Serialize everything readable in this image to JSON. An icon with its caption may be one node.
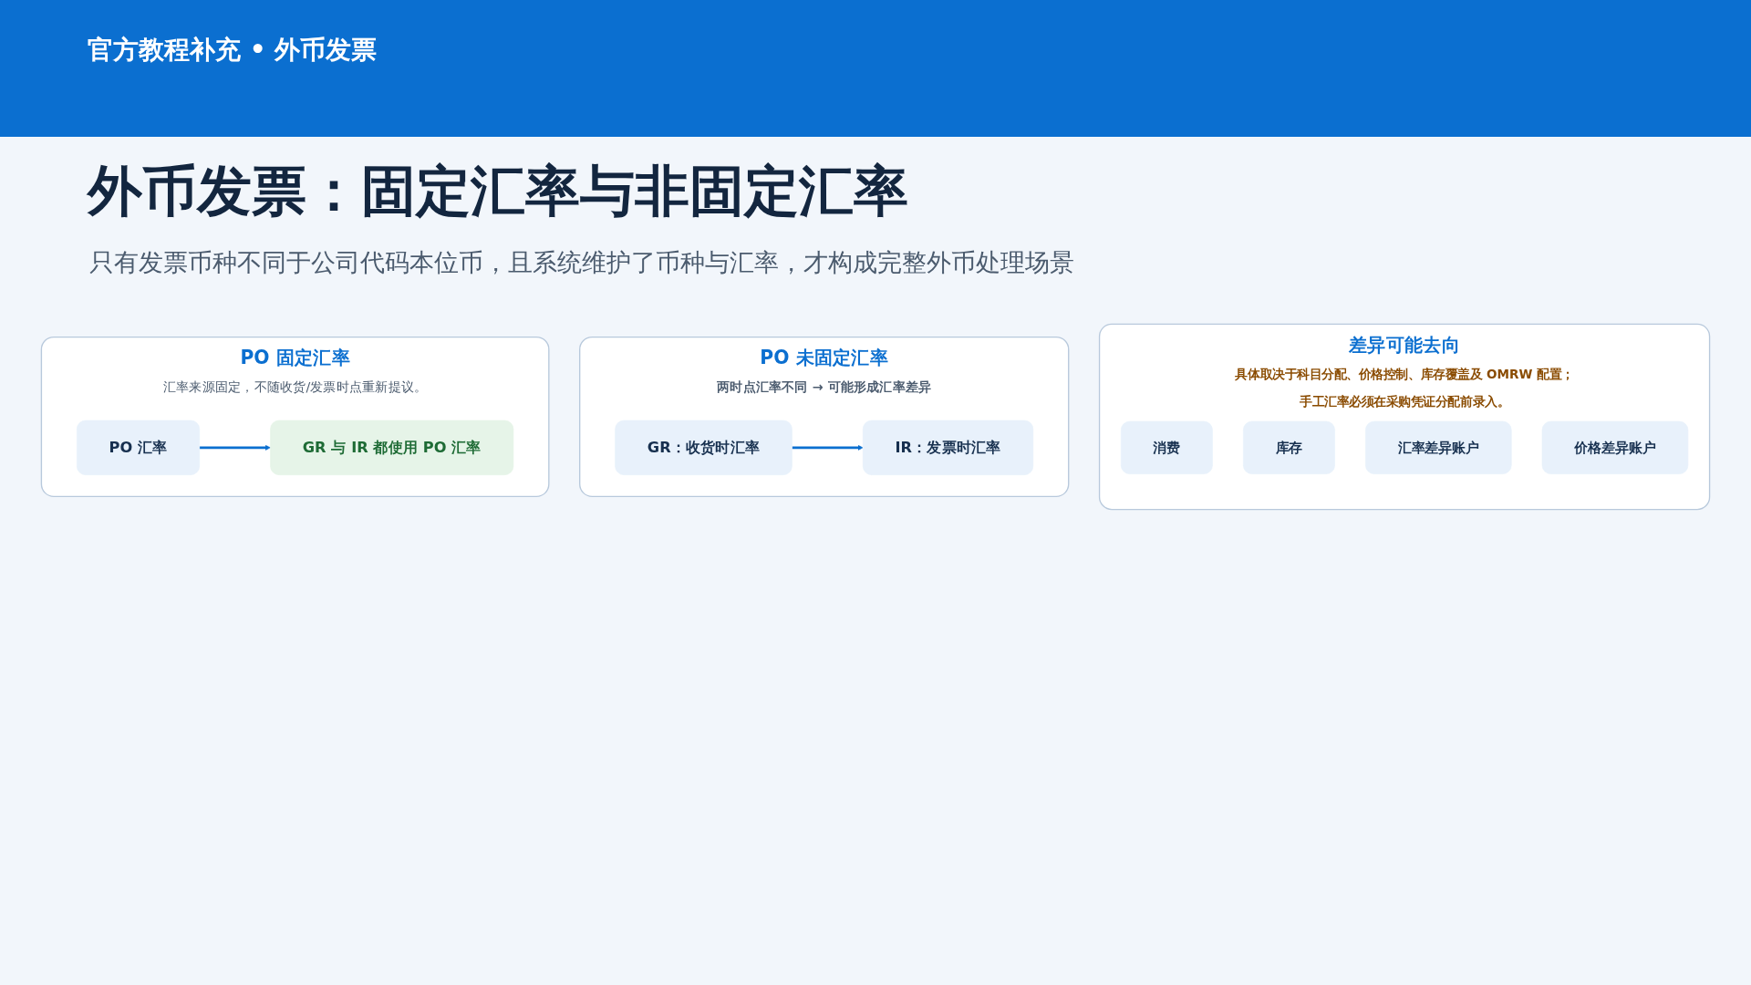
{
  "diagram": {
    "title": "外币发票：固定汇率与非固定汇率",
    "nodes": [
      {
        "text": [
          "PO 固定汇率",
          "汇率来源固定，不随收货/发票时点重新提议。"
        ]
      },
      {
        "text": [
          "PO 汇率"
        ],
        "in": 0
      },
      {
        "text": [
          "GR 与 IR 都使用 PO 汇率"
        ],
        "in": 0
      },
      {
        "text": [
          "PO 未固定汇率",
          "两时点汇率不同 → 可能形成汇率差异"
        ]
      },
      {
        "text": [
          "GR：收货时汇率"
        ],
        "in": 3
      },
      {
        "text": [
          "IR：发票时汇率"
        ],
        "in": 3
      },
      {
        "text": [
          "差异可能去向",
          "具体取决于科目分配、价格控制、库存覆盖及 OMRW 配置；手工汇率必须在采购凭证分配前录入。"
        ]
      },
      {
        "text": [
          "消费"
        ],
        "in": 6
      },
      {
        "text": [
          "库存"
        ],
        "in": 6
      },
      {
        "text": [
          "汇率差异账户"
        ],
        "in": 6
      },
      {
        "text": [
          "价格差异账户"
        ],
        "in": 6
      }
    ],
    "edges": [
      {
        "from": 1,
        "to": 2,
        "arrow": "to"
      },
      {
        "from": 4,
        "to": 5,
        "arrow": "to"
      }
    ],
    "labels": [
      "官方教程补充 • 外币发票",
      "只有发票币种不同于公司代码本位币，且系统维护了币种与汇率，才构成完整外币处理场景"
    ]
  }
}
